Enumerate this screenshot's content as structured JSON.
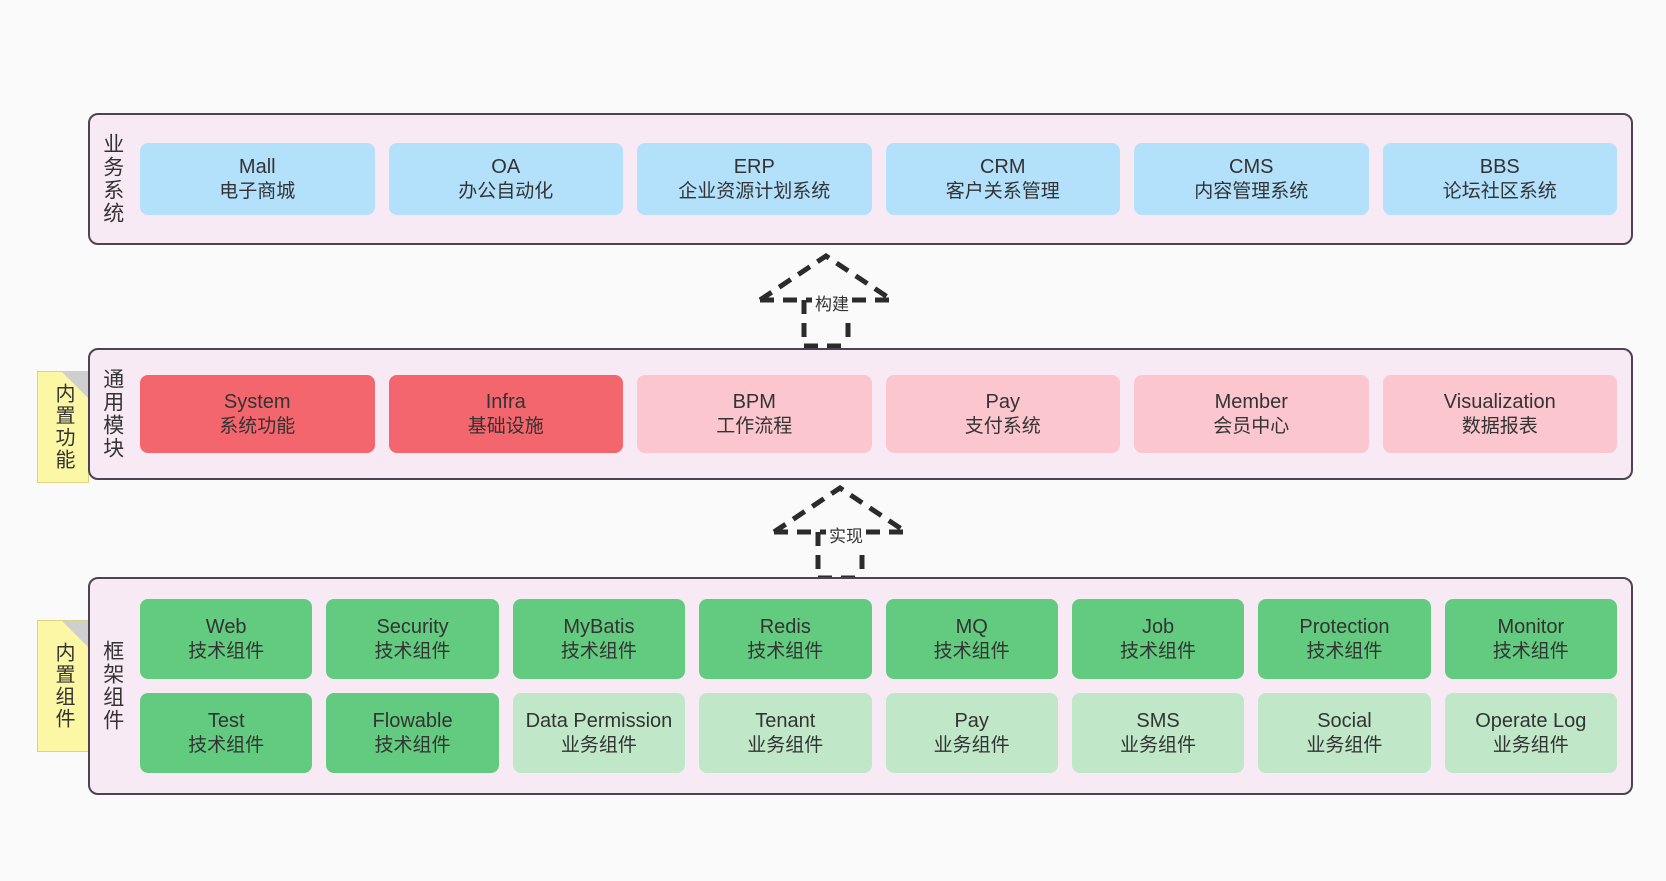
{
  "diagram": {
    "background_color": "#fafafa",
    "panel_color": "#f8eaf4",
    "panel_border_color": "#4d4351",
    "note_color": "#fbf7a4"
  },
  "layers": {
    "business": {
      "title": "业务系统",
      "cards": [
        {
          "name": "Mall",
          "desc": "电子商城",
          "color": "#b3e0fb",
          "style": "blue"
        },
        {
          "name": "OA",
          "desc": "办公自动化",
          "color": "#b3e0fb",
          "style": "blue"
        },
        {
          "name": "ERP",
          "desc": "企业资源计划系统",
          "color": "#b3e0fb",
          "style": "blue"
        },
        {
          "name": "CRM",
          "desc": "客户关系管理",
          "color": "#b3e0fb",
          "style": "blue"
        },
        {
          "name": "CMS",
          "desc": "内容管理系统",
          "color": "#b3e0fb",
          "style": "blue"
        },
        {
          "name": "BBS",
          "desc": "论坛社区系统",
          "color": "#b3e0fb",
          "style": "blue"
        }
      ]
    },
    "common": {
      "title": "通用模块",
      "note": "内置功能",
      "cards": [
        {
          "name": "System",
          "desc": "系统功能",
          "color": "#f4666e",
          "style": "red"
        },
        {
          "name": "Infra",
          "desc": "基础设施",
          "color": "#f4666e",
          "style": "red"
        },
        {
          "name": "BPM",
          "desc": "工作流程",
          "color": "#fbc6cd",
          "style": "pink"
        },
        {
          "name": "Pay",
          "desc": "支付系统",
          "color": "#fbc6cd",
          "style": "pink"
        },
        {
          "name": "Member",
          "desc": "会员中心",
          "color": "#fbc6cd",
          "style": "pink"
        },
        {
          "name": "Visualization",
          "desc": "数据报表",
          "color": "#fbc6cd",
          "style": "pink"
        }
      ]
    },
    "framework": {
      "title": "框架组件",
      "note": "内置组件",
      "row1": [
        {
          "name": "Web",
          "desc": "技术组件",
          "color": "#63cb7f",
          "style": "green"
        },
        {
          "name": "Security",
          "desc": "技术组件",
          "color": "#63cb7f",
          "style": "green"
        },
        {
          "name": "MyBatis",
          "desc": "技术组件",
          "color": "#63cb7f",
          "style": "green"
        },
        {
          "name": "Redis",
          "desc": "技术组件",
          "color": "#63cb7f",
          "style": "green"
        },
        {
          "name": "MQ",
          "desc": "技术组件",
          "color": "#63cb7f",
          "style": "green"
        },
        {
          "name": "Job",
          "desc": "技术组件",
          "color": "#63cb7f",
          "style": "green"
        },
        {
          "name": "Protection",
          "desc": "技术组件",
          "color": "#63cb7f",
          "style": "green"
        },
        {
          "name": "Monitor",
          "desc": "技术组件",
          "color": "#63cb7f",
          "style": "green"
        }
      ],
      "row2": [
        {
          "name": "Test",
          "desc": "技术组件",
          "color": "#63cb7f",
          "style": "green"
        },
        {
          "name": "Flowable",
          "desc": "技术组件",
          "color": "#63cb7f",
          "style": "green"
        },
        {
          "name": "Data Permission",
          "desc": "业务组件",
          "color": "#bfe7c8",
          "style": "lightgreen"
        },
        {
          "name": "Tenant",
          "desc": "业务组件",
          "color": "#bfe7c8",
          "style": "lightgreen"
        },
        {
          "name": "Pay",
          "desc": "业务组件",
          "color": "#bfe7c8",
          "style": "lightgreen"
        },
        {
          "name": "SMS",
          "desc": "业务组件",
          "color": "#bfe7c8",
          "style": "lightgreen"
        },
        {
          "name": "Social",
          "desc": "业务组件",
          "color": "#bfe7c8",
          "style": "lightgreen"
        },
        {
          "name": "Operate Log",
          "desc": "业务组件",
          "color": "#bfe7c8",
          "style": "lightgreen"
        }
      ]
    }
  },
  "connectors": [
    {
      "label": "构建",
      "from": "通用模块",
      "to": "业务系统",
      "style": "dashed-hollow-triangle-up"
    },
    {
      "label": "实现",
      "from": "框架组件",
      "to": "通用模块",
      "style": "dashed-hollow-triangle-up"
    }
  ]
}
